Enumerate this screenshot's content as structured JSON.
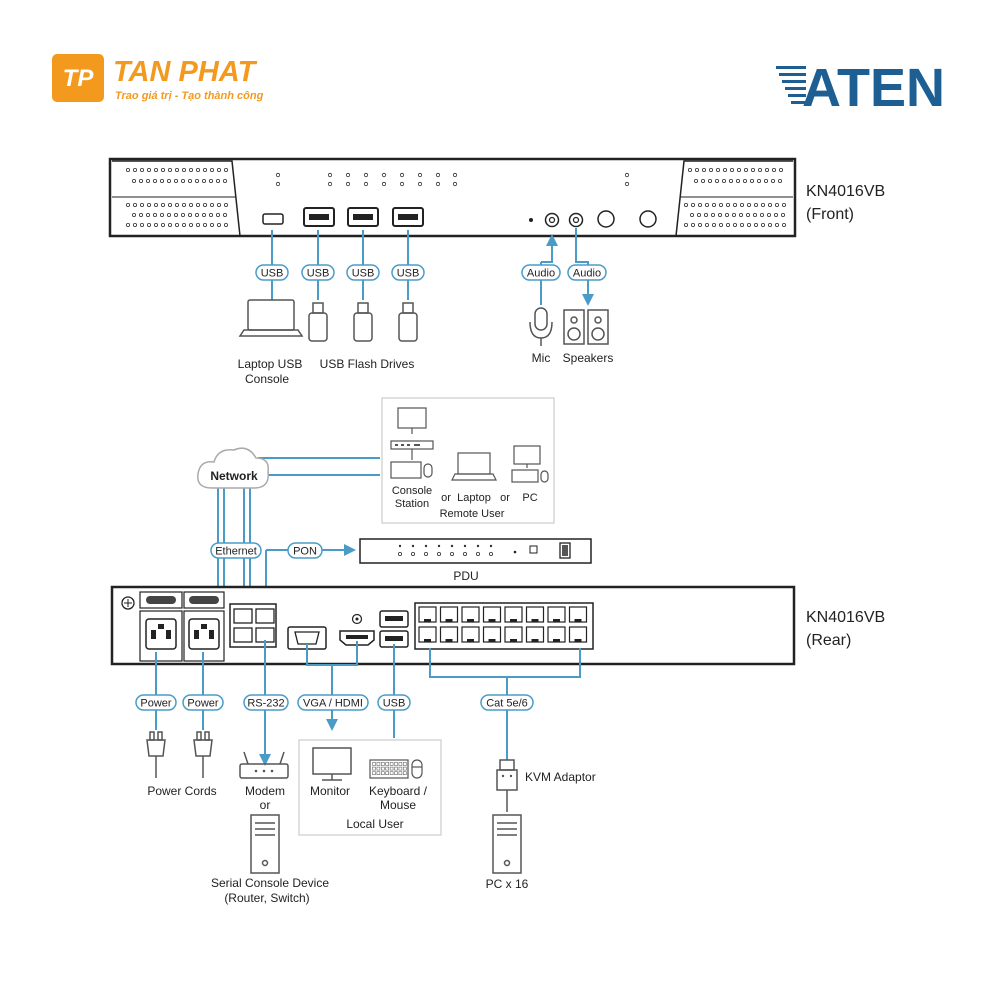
{
  "logos": {
    "tanphat_name": "TAN PHAT",
    "tanphat_tagline": "Trao giá trị - Tạo thành công",
    "tanphat_mark": "TP",
    "aten": "ATEN"
  },
  "colors": {
    "line": "#4a9cc7",
    "orange": "#f39a1e",
    "aten_blue": "#1d5e93",
    "device": "#222222"
  },
  "front": {
    "model": "KN4016VB",
    "view": "(Front)",
    "usb_label": "USB",
    "audio_label": "Audio",
    "laptop_caption_1": "Laptop USB",
    "laptop_caption_2": "Console",
    "flash_caption": "USB Flash Drives",
    "mic_caption": "Mic",
    "speakers_caption": "Speakers"
  },
  "remote": {
    "network": "Network",
    "console_station_1": "Console",
    "console_station_2": "Station",
    "or_1": "or",
    "laptop": "Laptop",
    "or_2": "or",
    "pc": "PC",
    "remote_user": "Remote User",
    "ethernet": "Ethernet",
    "pon": "PON",
    "pdu": "PDU"
  },
  "rear": {
    "model": "KN4016VB",
    "view": "(Rear)",
    "power_label": "Power",
    "rs232_label": "RS-232",
    "vga_hdmi_label": "VGA / HDMI",
    "usb_label": "USB",
    "cat_label": "Cat 5e/6",
    "power_cords": "Power Cords",
    "modem": "Modem",
    "or": "or",
    "serial_1": "Serial Console Device",
    "serial_2": "(Router, Switch)",
    "monitor": "Monitor",
    "keyboard_1": "Keyboard /",
    "keyboard_2": "Mouse",
    "local_user": "Local User",
    "kvm_adaptor": "KVM Adaptor",
    "pc_x16": "PC x 16"
  }
}
